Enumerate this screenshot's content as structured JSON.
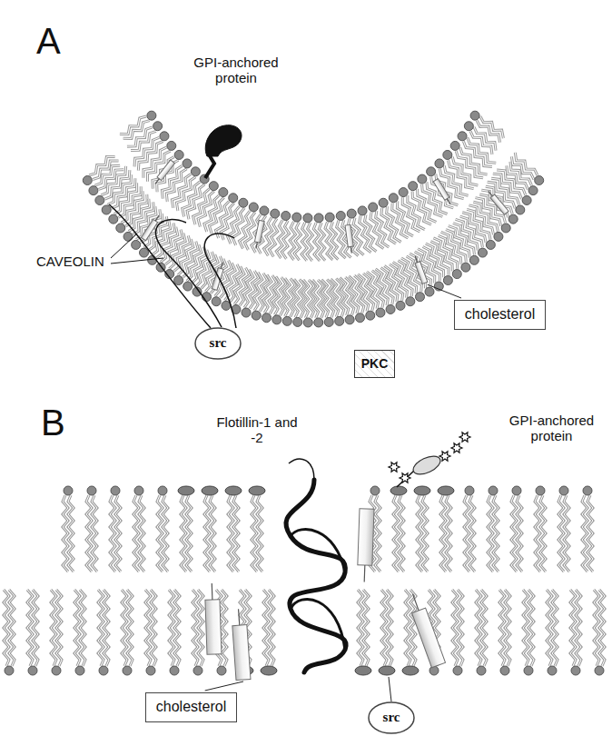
{
  "diagram": {
    "nodes": [
      {
        "text": [
          "cholesterol"
        ]
      },
      {
        "text": [
          "src"
        ]
      },
      {
        "text": [
          "PKC"
        ]
      },
      {
        "text": [
          "cholesterol"
        ]
      },
      {
        "text": [
          "src"
        ]
      }
    ],
    "labels": [
      "A",
      "GPI-anchored protein",
      "CAVEOLIN",
      "B",
      "Flotillin-1 and -2",
      "GPI-anchored protein"
    ]
  }
}
